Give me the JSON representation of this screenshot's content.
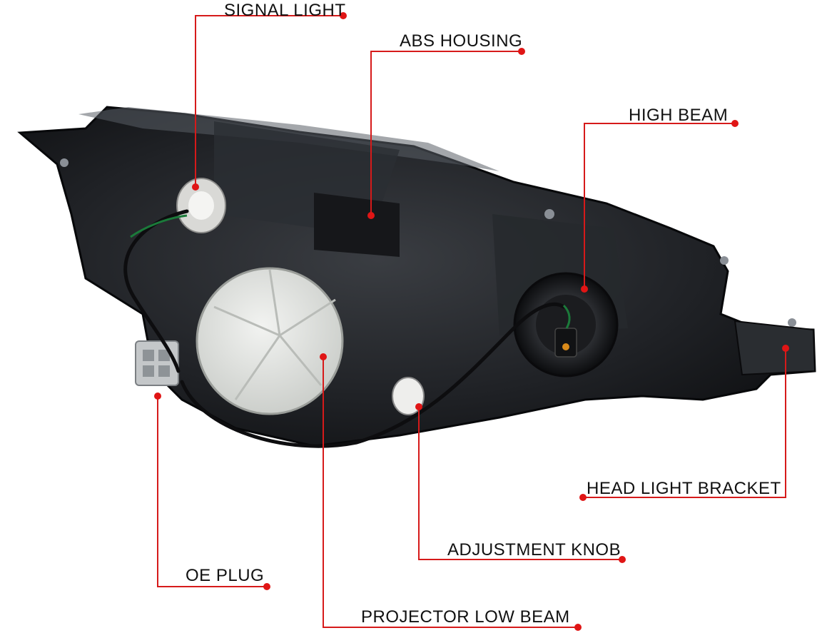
{
  "colors": {
    "callout_line": "#d61a1a",
    "callout_dot": "#e01515",
    "housing": "#1c1e22",
    "cap": "#e4e6e3"
  },
  "callouts": {
    "signal_light": "SIGNAL LIGHT",
    "abs_housing": "ABS HOUSING",
    "high_beam": "HIGH BEAM",
    "head_light_bracket": "HEAD LIGHT BRACKET",
    "adjustment_knob": "ADJUSTMENT KNOB",
    "oe_plug": "OE PLUG",
    "projector_low_beam": "PROJECTOR LOW BEAM"
  }
}
